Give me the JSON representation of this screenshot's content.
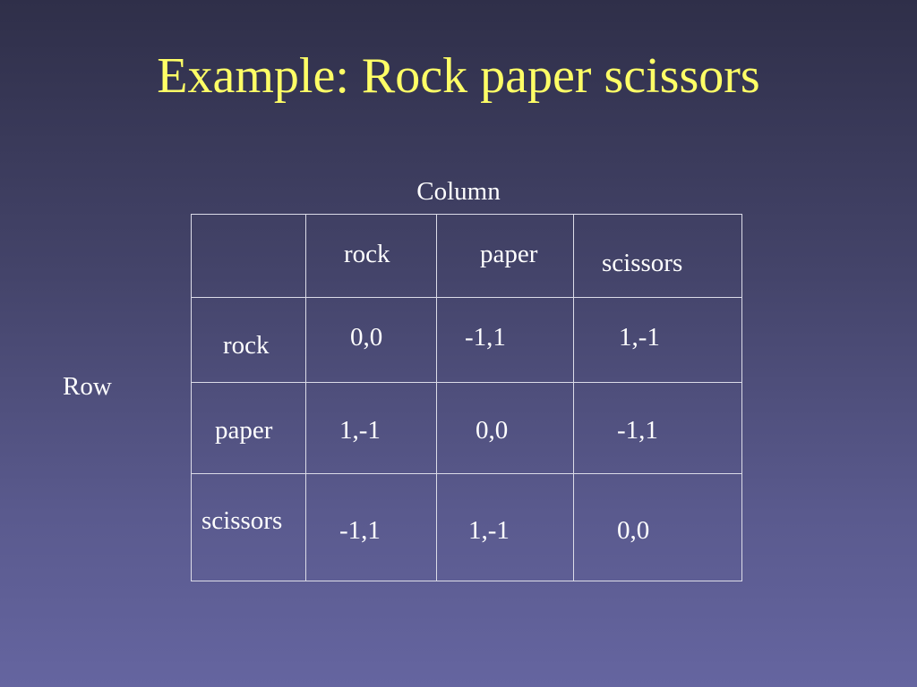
{
  "slide": {
    "title": "Example: Rock paper scissors",
    "column_label": "Column",
    "row_label": "Row"
  },
  "table": {
    "column_headers": [
      "rock",
      "paper",
      "scissors"
    ],
    "row_headers": [
      "rock",
      "paper",
      "scissors"
    ],
    "payoffs": [
      [
        "0,0",
        "-1,1",
        "1,-1"
      ],
      [
        "1,-1",
        "0,0",
        "-1,1"
      ],
      [
        "-1,1",
        "1,-1",
        "0,0"
      ]
    ]
  },
  "colors": {
    "title": "#ffff66",
    "text": "#ffffff",
    "background_top": "#2f2f49",
    "background_bottom": "#6565a0",
    "grid": "#dcdce8"
  }
}
